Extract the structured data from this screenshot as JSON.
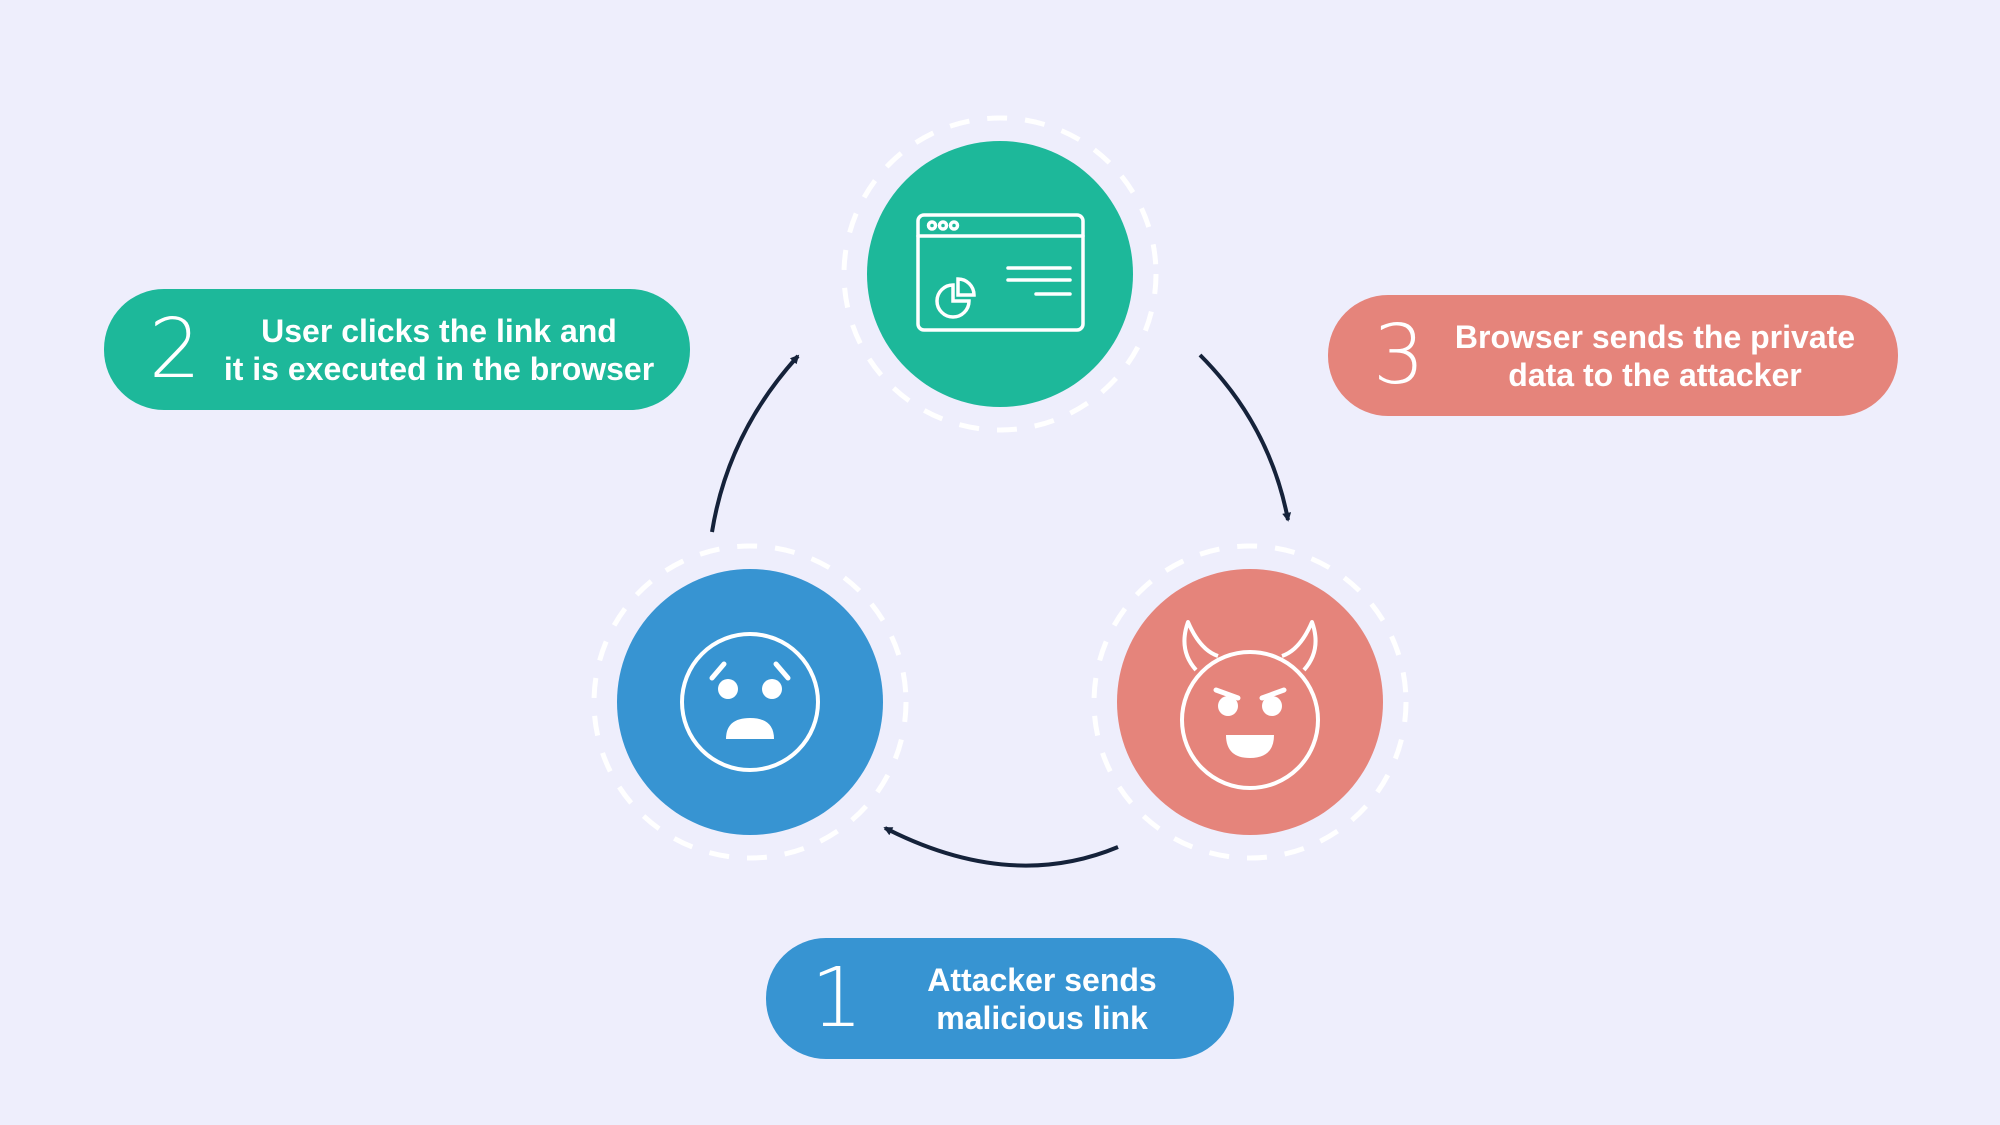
{
  "colors": {
    "background": "#eeeefc",
    "green": "#1db89a",
    "blue": "#3794d2",
    "salmon": "#e5847b",
    "arrow": "#15223a",
    "ring": "#ffffff"
  },
  "steps": [
    {
      "number": "1",
      "line1": "Attacker sends",
      "line2": "malicious link",
      "color": "#3794d2",
      "icon": "worried-face-icon"
    },
    {
      "number": "2",
      "line1": "User clicks the link and",
      "line2": "it is executed in the browser",
      "color": "#1db89a",
      "icon": "browser-window-icon"
    },
    {
      "number": "3",
      "line1": "Browser sends the private",
      "line2": "data to the attacker",
      "color": "#e5847b",
      "icon": "devil-face-icon"
    }
  ]
}
